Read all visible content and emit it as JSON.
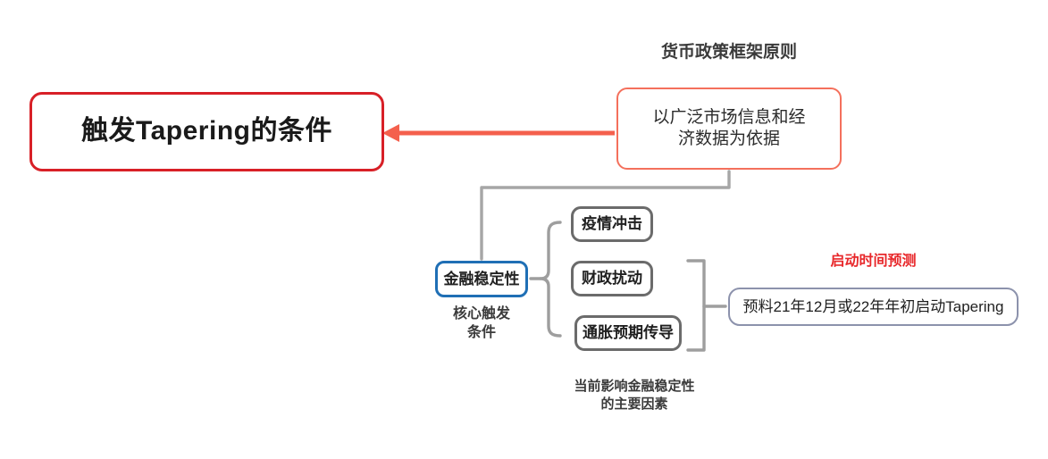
{
  "diagram": {
    "type": "mind-map",
    "background": "#ffffff",
    "root": {
      "text": "触发Tapering的条件",
      "border_color": "#d82027"
    },
    "principle": {
      "title": "货币政策框架原则",
      "text": "以广泛市场信息和经\n济数据为依据",
      "border_color": "#f4705c"
    },
    "stability": {
      "text": "金融稳定性",
      "caption": "核心触发\n条件",
      "border_color": "#1f6fb5"
    },
    "factors": {
      "caption": "当前影响金融稳定性\n的主要因素",
      "items": [
        {
          "text": "疫情冲击"
        },
        {
          "text": "财政扰动"
        },
        {
          "text": "通胀预期传导"
        }
      ],
      "border_color": "#6b6b6b"
    },
    "forecast": {
      "title": "启动时间预测",
      "title_color": "#e8282b",
      "text": "预料21年12月或22年年初启动Tapering",
      "border_color": "#8c92ac"
    },
    "connectors": {
      "arrow_color": "#f4604d",
      "line_color": "#a6a6a6",
      "brace_color": "#9e9e9e"
    }
  }
}
